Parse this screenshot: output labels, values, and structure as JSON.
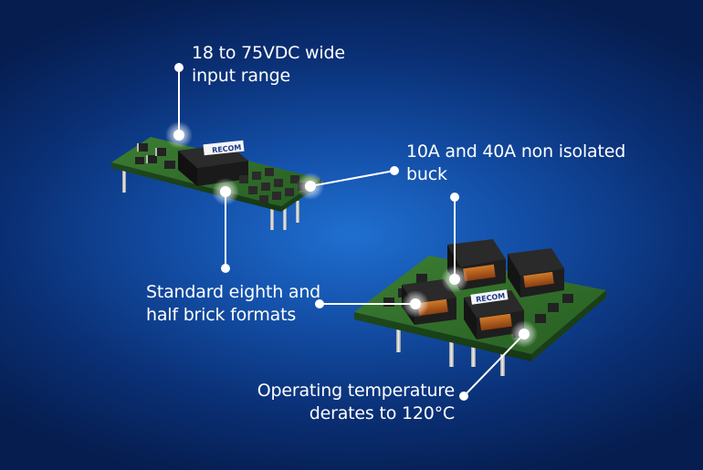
{
  "callouts": {
    "input_range": {
      "line1": "18 to 75VDC wide",
      "line2": "input range"
    },
    "buck": {
      "line1": "10A and 40A non isolated",
      "line2": "buck"
    },
    "formats": {
      "line1": "Standard eighth and",
      "line2": "half brick formats"
    },
    "temperature": {
      "line1": "Operating temperature",
      "line2": "derates to 120°C"
    }
  },
  "brand_label": "RECOM",
  "colors": {
    "background": "#0a2f74",
    "background_glow": "#1f6fd0",
    "text": "#ffffff",
    "pcb": "#2f6a2a",
    "component": "#1a1a1a"
  }
}
